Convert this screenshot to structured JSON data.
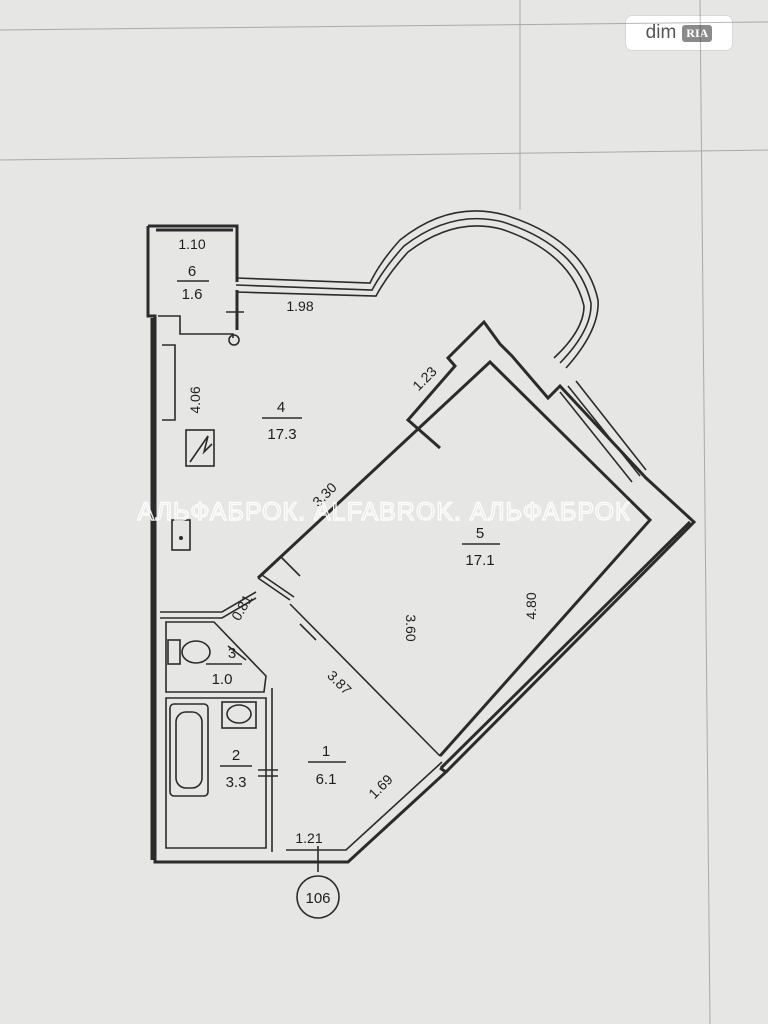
{
  "logo": {
    "word": "dim",
    "badge": "RIA"
  },
  "watermark": "АЛЬФАБРОК. ALFABROK. АЛЬФАБРОК",
  "apartment_number": "106",
  "rooms": [
    {
      "number": "1",
      "area": "6.1"
    },
    {
      "number": "2",
      "area": "3.3"
    },
    {
      "number": "3",
      "area": "1.0"
    },
    {
      "number": "4",
      "area": "17.3"
    },
    {
      "number": "5",
      "area": "17.1"
    },
    {
      "number": "6",
      "area": "1.6"
    }
  ],
  "dimensions": {
    "d_1_10": "1.10",
    "d_1_98": "1.98",
    "d_4_06": "4.06",
    "d_1_23": "1.23",
    "d_3_30": "3.30",
    "d_0_81": "0.81",
    "d_3_60": "3.60",
    "d_4_80": "4.80",
    "d_3_87": "3.87",
    "d_1_69": "1.69",
    "d_1_21": "1.21"
  }
}
